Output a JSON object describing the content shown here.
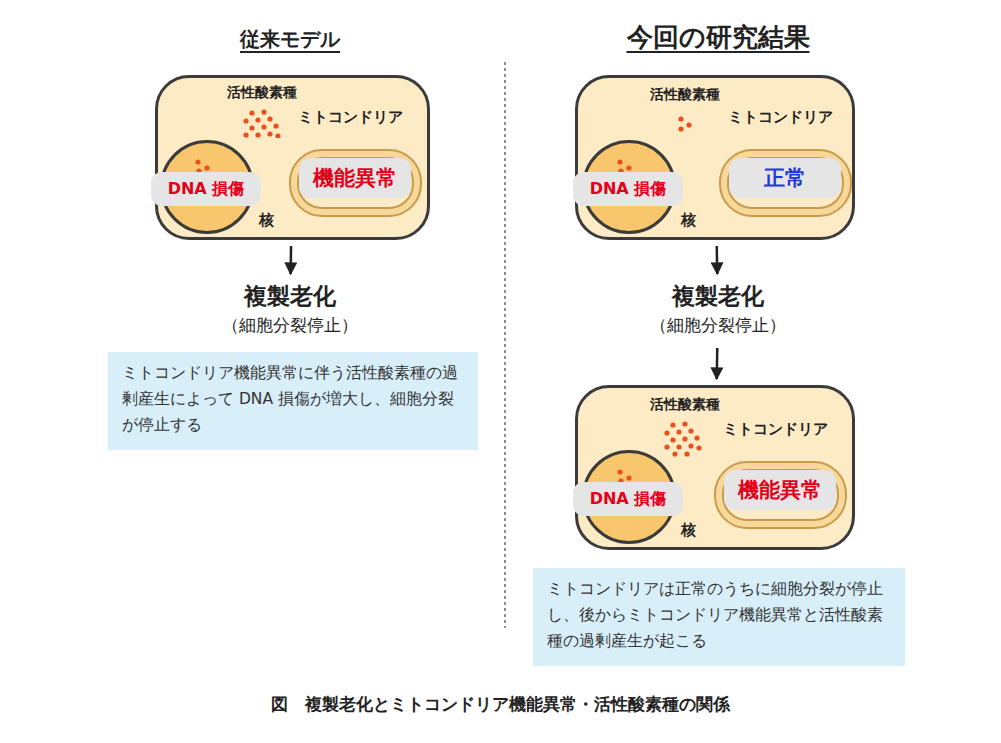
{
  "diagram": {
    "caption": "図　複製老化とミトコンドリア機能異常・活性酸素種の関係",
    "nodes": [
      {
        "text": []
      },
      {
        "text": [
          "活性酸素種"
        ],
        "in": 0
      },
      {
        "text": [
          "ミトコンドリア"
        ],
        "in": 0
      },
      {
        "text": [
          "機能異常"
        ],
        "in": 2
      },
      {
        "text": [
          "核"
        ],
        "in": 0
      },
      {
        "text": [
          "DNA 損傷"
        ],
        "in": 0
      },
      {
        "text": [
          "複製老化",
          "（細胞分裂停止）"
        ]
      },
      {
        "text": [
          "ミトコンドリア機能異常に伴う活性酸素種の過剰産生によって DNA 損傷が増大し、細胞分裂が停止する"
        ]
      },
      {
        "text": []
      },
      {
        "text": [
          "活性酸素種"
        ],
        "in": 8
      },
      {
        "text": [
          "ミトコンドリア"
        ],
        "in": 8
      },
      {
        "text": [
          "正常"
        ],
        "in": 10
      },
      {
        "text": [
          "核"
        ],
        "in": 8
      },
      {
        "text": [
          "DNA 損傷"
        ],
        "in": 8
      },
      {
        "text": [
          "複製老化",
          "（細胞分裂停止）"
        ]
      },
      {
        "text": []
      },
      {
        "text": [
          "活性酸素種"
        ],
        "in": 15
      },
      {
        "text": [
          "ミトコンドリア"
        ],
        "in": 15
      },
      {
        "text": [
          "機能異常"
        ],
        "in": 17
      },
      {
        "text": [
          "核"
        ],
        "in": 15
      },
      {
        "text": [
          "DNA 損傷"
        ],
        "in": 15
      },
      {
        "text": [
          "ミトコンドリアは正常のうちに細胞分裂が停止し、後からミトコンドリア機能異常と活性酸素種の過剰産生が起こる"
        ]
      }
    ],
    "edges": [
      {
        "from": 3,
        "to": 1,
        "arrow": "to"
      },
      {
        "from": 1,
        "to": 4,
        "arrow": "to"
      },
      {
        "from": 0,
        "to": 6,
        "arrow": "to"
      },
      {
        "from": 11,
        "to": 9,
        "arrow": "to"
      },
      {
        "from": 8,
        "to": 14,
        "arrow": "to"
      },
      {
        "from": 14,
        "to": 15,
        "arrow": "to"
      },
      {
        "from": 18,
        "to": 16,
        "arrow": "to"
      }
    ],
    "labels": [
      "従来モデル",
      "今回の研究結果"
    ]
  }
}
